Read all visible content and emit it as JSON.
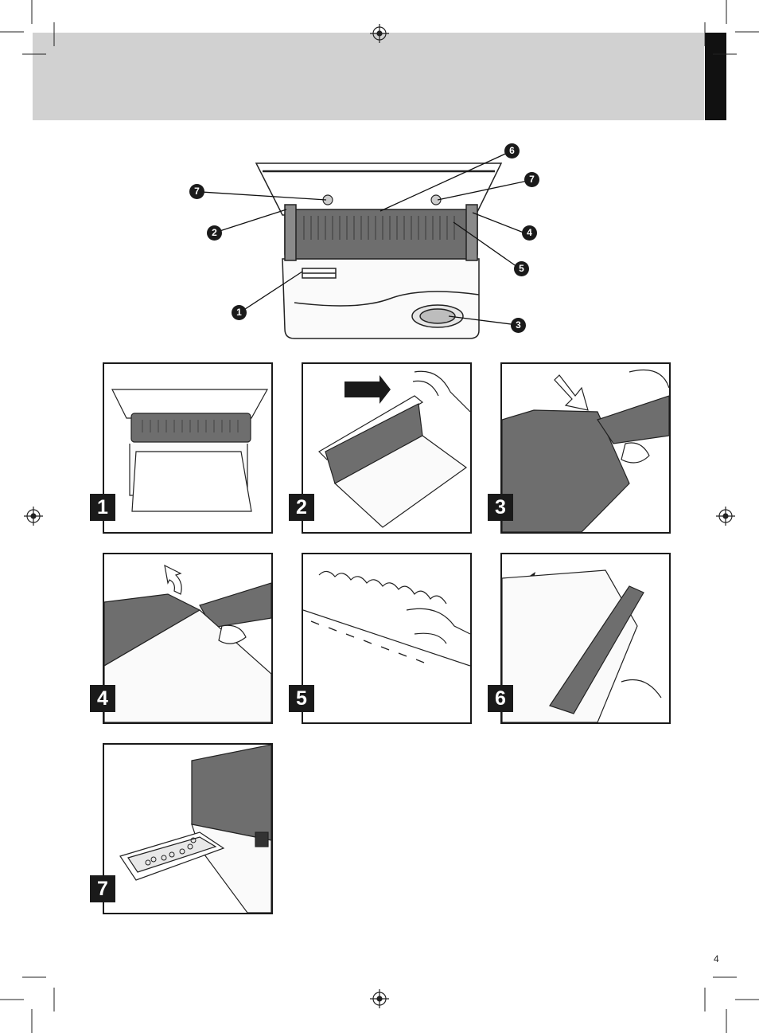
{
  "page": {
    "number": "4"
  },
  "overview": {
    "callouts": [
      "6",
      "7",
      "7",
      "2",
      "4",
      "5",
      "1",
      "3"
    ]
  },
  "steps": [
    {
      "label": "1"
    },
    {
      "label": "2"
    },
    {
      "label": "3"
    },
    {
      "label": "4"
    },
    {
      "label": "5"
    },
    {
      "label": "6"
    },
    {
      "label": "7"
    }
  ],
  "colors": {
    "header_band": "#d1d1d1",
    "header_tab": "#111111",
    "machine_body": "#6e6e6e"
  }
}
